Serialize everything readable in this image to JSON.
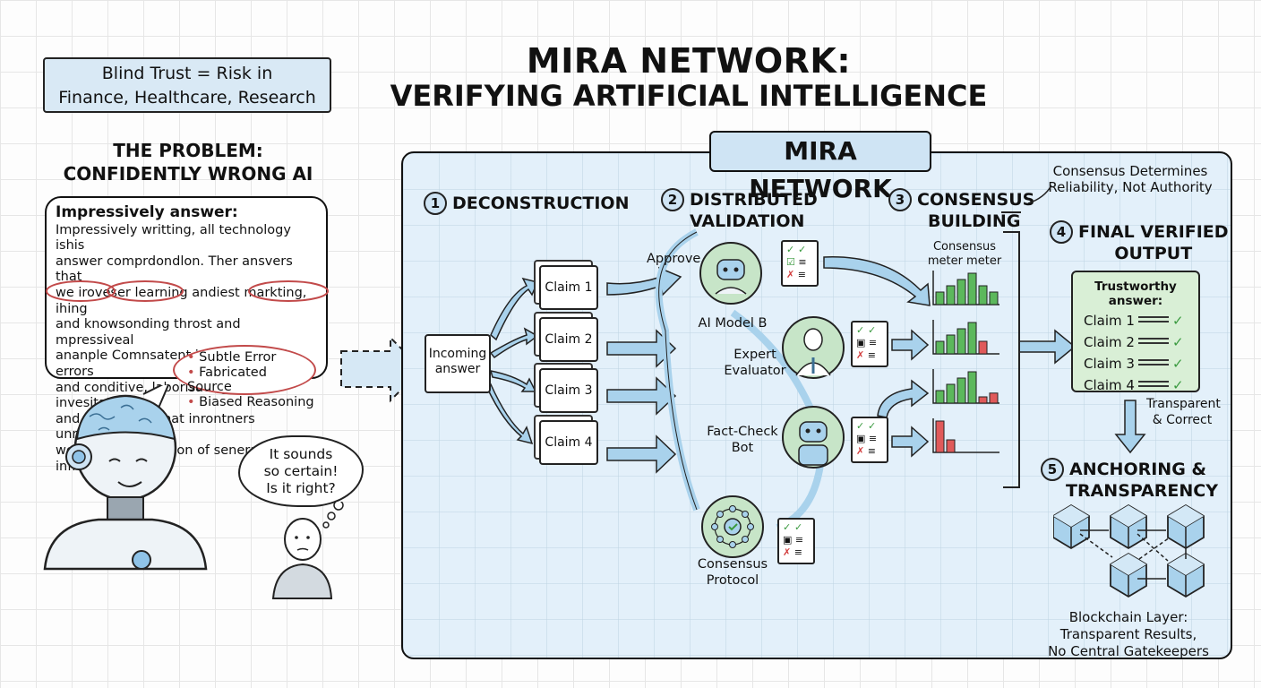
{
  "header": {
    "title_line1": "MIRA NETWORK:",
    "title_line2": "VERIFYING ARTIFICIAL INTELLIGENCE"
  },
  "problem": {
    "risk_banner": [
      "Blind Trust = Risk in",
      "Finance, Healthcare, Research"
    ],
    "title": [
      "THE PROBLEM:",
      "CONFIDENTLY WRONG AI"
    ],
    "answer_heading": "Impressively answer:",
    "answer_lines": [
      "Impressively writting, all technology ishis",
      "answer comprdondlon. Ther ansvers that",
      "we iroveser learning andiest markting, ihing",
      "and knowsonding throst and mpressiveal",
      "ananple Comnsatent impressenited errors",
      "and conditive, laborisating and invesitation",
      "and treenology that inrontners unmenting",
      "well-beine and ration of senerai/ced",
      "infrastiorations."
    ],
    "error_types": [
      "Subtle Error",
      "Fabricated Source",
      "Biased Reasoning"
    ],
    "user_thought": [
      "It sounds",
      "so certain!",
      "Is it right?"
    ],
    "characters": [
      "ai-robot",
      "confused-user"
    ]
  },
  "network": {
    "tag": "MIRA NETWORK",
    "note": [
      "Consensus Determines",
      "Reliability, Not Authority"
    ],
    "steps": [
      {
        "num": "1",
        "title": [
          "DECONSTRUCTION"
        ]
      },
      {
        "num": "2",
        "title": [
          "DISTRIBUTED",
          "VALIDATION"
        ]
      },
      {
        "num": "3",
        "title": [
          "CONSENSUS",
          "BUILDING"
        ]
      },
      {
        "num": "4",
        "title": [
          "FINAL VERIFIED",
          "OUTPUT"
        ]
      },
      {
        "num": "5",
        "title": [
          "ANCHORING &",
          "TRANSPARENCY"
        ]
      }
    ],
    "incoming": [
      "Incoming",
      "answer"
    ],
    "claims": [
      "Claim 1",
      "Claim 2",
      "Claim 3",
      "Claim 4"
    ],
    "approve_label": "Approve",
    "validators": [
      {
        "name": [
          "AI Model B"
        ],
        "icon": "robot"
      },
      {
        "name": [
          "Expert",
          "Evaluator"
        ],
        "icon": "scientist"
      },
      {
        "name": [
          "Fact-Check",
          "Bot"
        ],
        "icon": "bot"
      },
      {
        "name": [
          "Consensus",
          "Protocol"
        ],
        "icon": "network"
      }
    ],
    "meter_label": [
      "Consensus",
      "meter meter"
    ],
    "meters": [
      {
        "bars": [
          2,
          3,
          4,
          5,
          3,
          2
        ],
        "colors": [
          "g",
          "g",
          "g",
          "g",
          "g",
          "g"
        ]
      },
      {
        "bars": [
          2,
          3,
          4,
          5,
          2
        ],
        "colors": [
          "g",
          "g",
          "g",
          "g",
          "r"
        ]
      },
      {
        "bars": [
          2,
          3,
          4,
          5,
          1,
          1.6
        ],
        "colors": [
          "g",
          "g",
          "g",
          "g",
          "r",
          "r"
        ]
      },
      {
        "bars": [
          5,
          2
        ],
        "colors": [
          "r",
          "r"
        ]
      }
    ],
    "final": {
      "heading": "Trustworthy answer:",
      "claims": [
        "Claim 1",
        "Claim 2",
        "Claim 3",
        "Claim 4"
      ],
      "note": [
        "Transparent",
        "& Correct"
      ]
    },
    "blockchain_label": [
      "Blockchain Layer:",
      "Transparent Results,",
      "No Central Gatekeepers"
    ]
  },
  "colors": {
    "accent_blue": "#8fc3e8",
    "panel_blue": "#e3f0fa",
    "approve_green": "#3a9a3f",
    "reject_red": "#d23c3c",
    "bar_green": "#5cb85c",
    "bar_red": "#e05a5a"
  }
}
